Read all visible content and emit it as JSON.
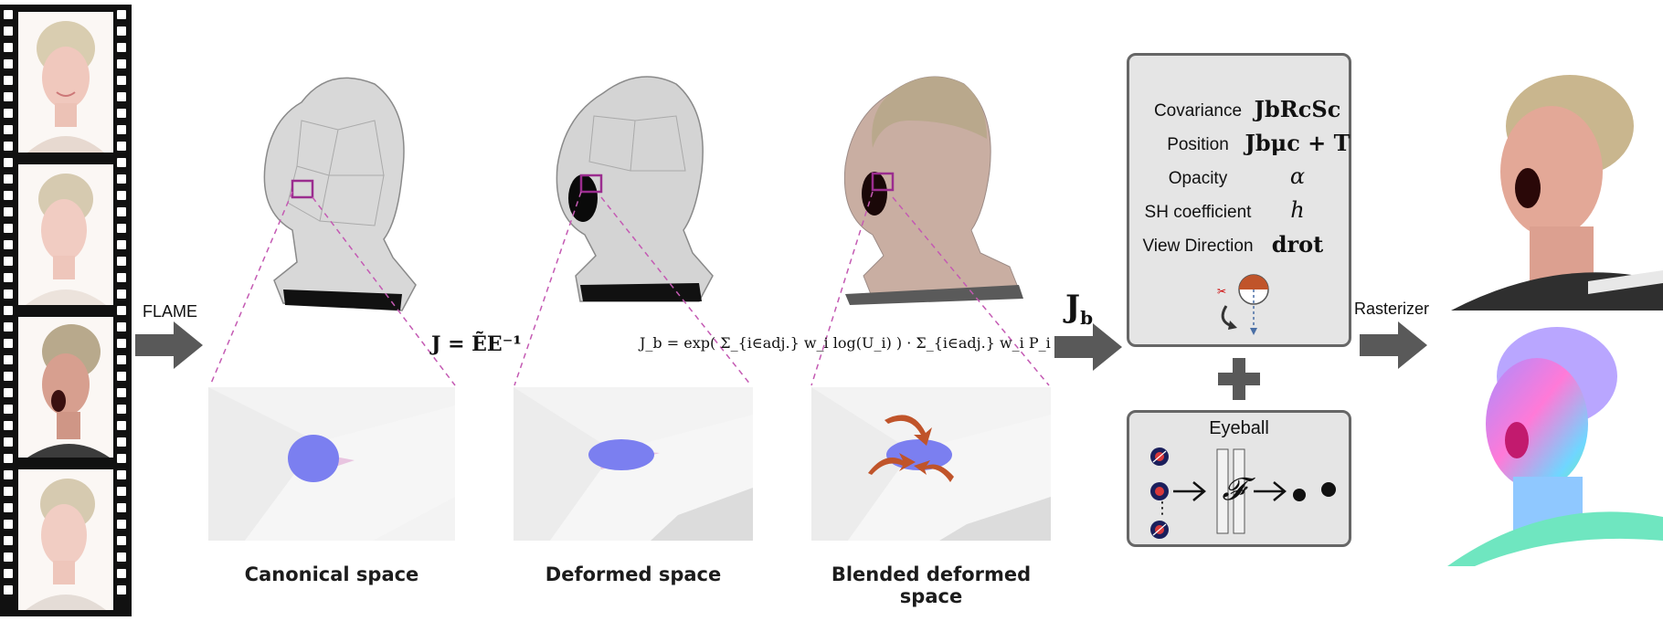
{
  "flame_label": "FLAME",
  "rasterizer_label": "Rasterizer",
  "formula_j": "J = ẼE⁻¹",
  "formula_jb": "J_b = exp( Σ_{i∈adj.} w_i log(U_i) ) · Σ_{i∈adj.} w_i P_i",
  "formula_jb_main": "J",
  "formula_jb_sub": "b",
  "jb_arrow_label": "J",
  "jb_arrow_sub": "b",
  "captions": {
    "canonical": "Canonical space",
    "deformed": "Deformed space",
    "blended": "Blended deformed space"
  },
  "attributes": [
    {
      "name": "Covariance",
      "value": "JbRcSc"
    },
    {
      "name": "Position",
      "value": "Jbμc + T"
    },
    {
      "name": "Opacity",
      "value": "α"
    },
    {
      "name": "SH coefficient",
      "value": "h"
    },
    {
      "name": "View Direction",
      "value": "drot"
    }
  ],
  "eyeball": {
    "title": "Eyeball",
    "network_symbol": "𝓕",
    "dots": "⋮"
  },
  "colors": {
    "arrow": "#595959",
    "panel_bg": "#e5e5e5",
    "panel_border": "#666666",
    "gaussian": "#7b7ff0",
    "mesh_highlight": "#9b2d8f",
    "dashed_line": "#c45ab3",
    "rotation_arrows": "#c0542a"
  }
}
